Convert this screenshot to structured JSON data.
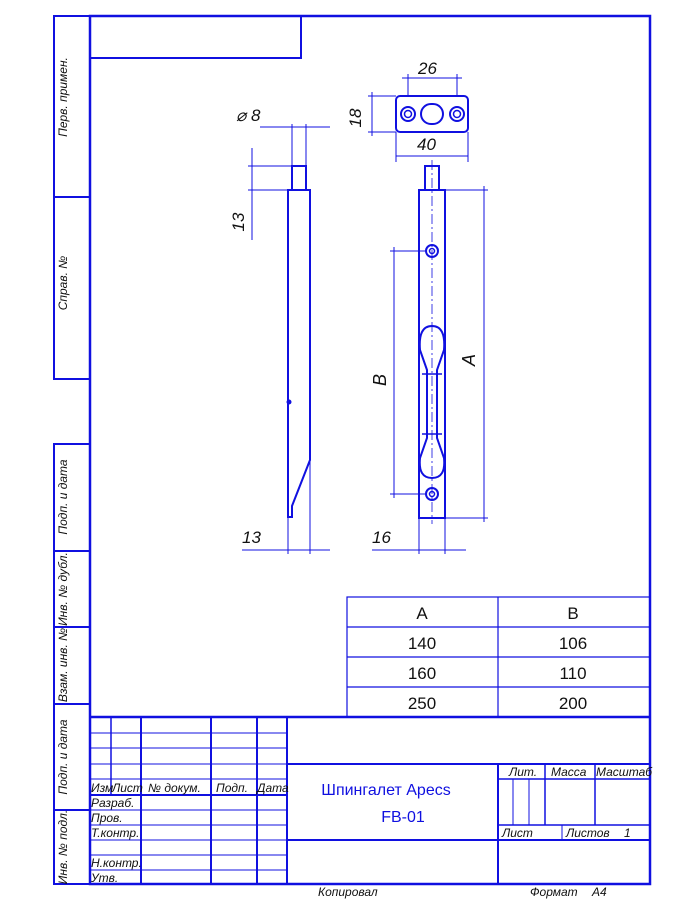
{
  "side_labels": [
    "Перв. примен.",
    "Справ. №",
    "Подп. и дата",
    "Инв. № дубл.",
    "Взам. инв. №",
    "Подп. и дата",
    "Инв. № подл."
  ],
  "dims": {
    "diam": "⌀ 8",
    "w26": "26",
    "h18": "18",
    "w40": "40",
    "v13": "13",
    "b13": "13",
    "b16": "16",
    "A": "A",
    "B": "B"
  },
  "table": {
    "headers": [
      "A",
      "B"
    ],
    "rows": [
      [
        "140",
        "106"
      ],
      [
        "160",
        "110"
      ],
      [
        "250",
        "200"
      ]
    ]
  },
  "stamp": {
    "cols": [
      "Изм",
      "Лист",
      "№ докум.",
      "Подп.",
      "Дата"
    ],
    "roles": [
      "Разраб.",
      "Пров.",
      "Т.контр.",
      "Н.контр.",
      "Утв."
    ],
    "title": "Шпингалет Apecs",
    "code": "FB-01",
    "lit": "Лит.",
    "mass": "Масса",
    "scale": "Масштаб",
    "sheet": "Лист",
    "sheets": "Листов",
    "sheets_count": "1"
  },
  "footer": {
    "copied": "Копировал",
    "format": "Формат",
    "format_value": "A4"
  }
}
